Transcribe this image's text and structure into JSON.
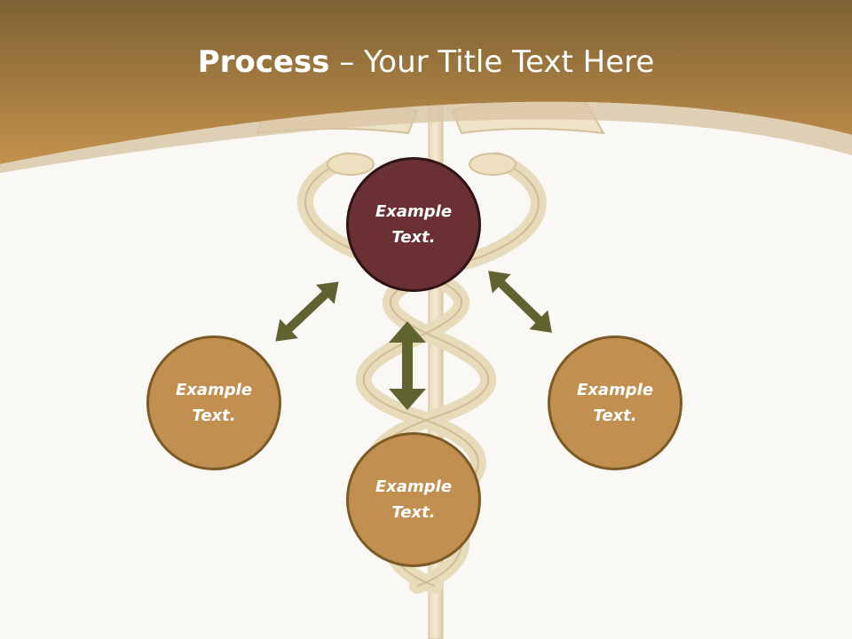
{
  "title": {
    "bold": "Process",
    "rest": " – Your Title Text Here"
  },
  "nodes": {
    "top": {
      "line1": "Example",
      "line2": "Text."
    },
    "left": {
      "line1": "Example",
      "line2": "Text."
    },
    "right": {
      "line1": "Example",
      "line2": "Text."
    },
    "bottom": {
      "line1": "Example",
      "line2": "Text."
    }
  },
  "colors": {
    "header_gold": "#b88a45",
    "node_center": "#6b3034",
    "node_outer": "#c19050",
    "arrow": "#5e6330"
  }
}
